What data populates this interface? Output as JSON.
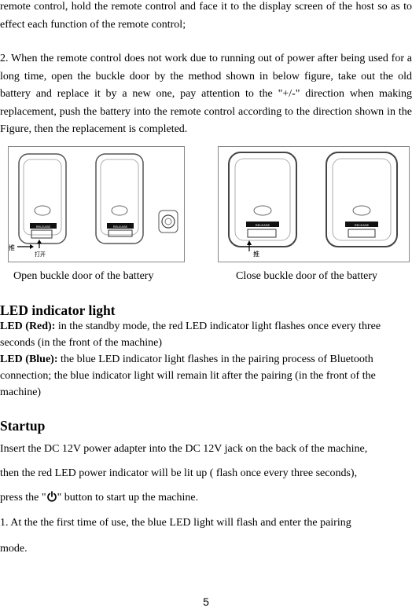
{
  "intro": {
    "line1": "remote control, hold the remote control and face it to the display screen of the host so as to effect each function of the remote control;",
    "line2": "2. When the remote control does not work due to running out of power after being used for a long time, open the buckle door by the method shown in below figure, take out the old battery and replace it by a new one, pay attention to the \"+/-\" direction when making replacement, push the battery into the remote control according to the direction shown in the Figure, then the replacement is completed."
  },
  "figures": {
    "left_caption": "Open buckle door of the battery",
    "right_caption": "Close buckle door of the battery",
    "left_push_label": "推",
    "left_open_label": "打开",
    "right_push_label": "推",
    "release_label": "RELEASE"
  },
  "led": {
    "heading": "LED indicator light",
    "red_label": "LED (Red):",
    "red_text": " in the standby mode, the red LED indicator light flashes once every three seconds (in the front of the machine)",
    "blue_label": "LED (Blue):",
    "blue_text": " the blue LED indicator light flashes in the pairing process of Bluetooth connection; the blue indicator light will remain lit after the pairing (in the front of the machine)"
  },
  "startup": {
    "heading": "Startup",
    "line1": "Insert the DC 12V power adapter into the DC 12V jack on the back of the machine,",
    "line2": "then the red LED power indicator will be lit up ( flash once every three seconds),",
    "line3_before": "press the \"",
    "line3_after": "\" button to start up the machine.",
    "line4": "1. At the the first time of use, the blue LED light will flash and enter the pairing",
    "line5": "mode."
  },
  "page_number": "5"
}
